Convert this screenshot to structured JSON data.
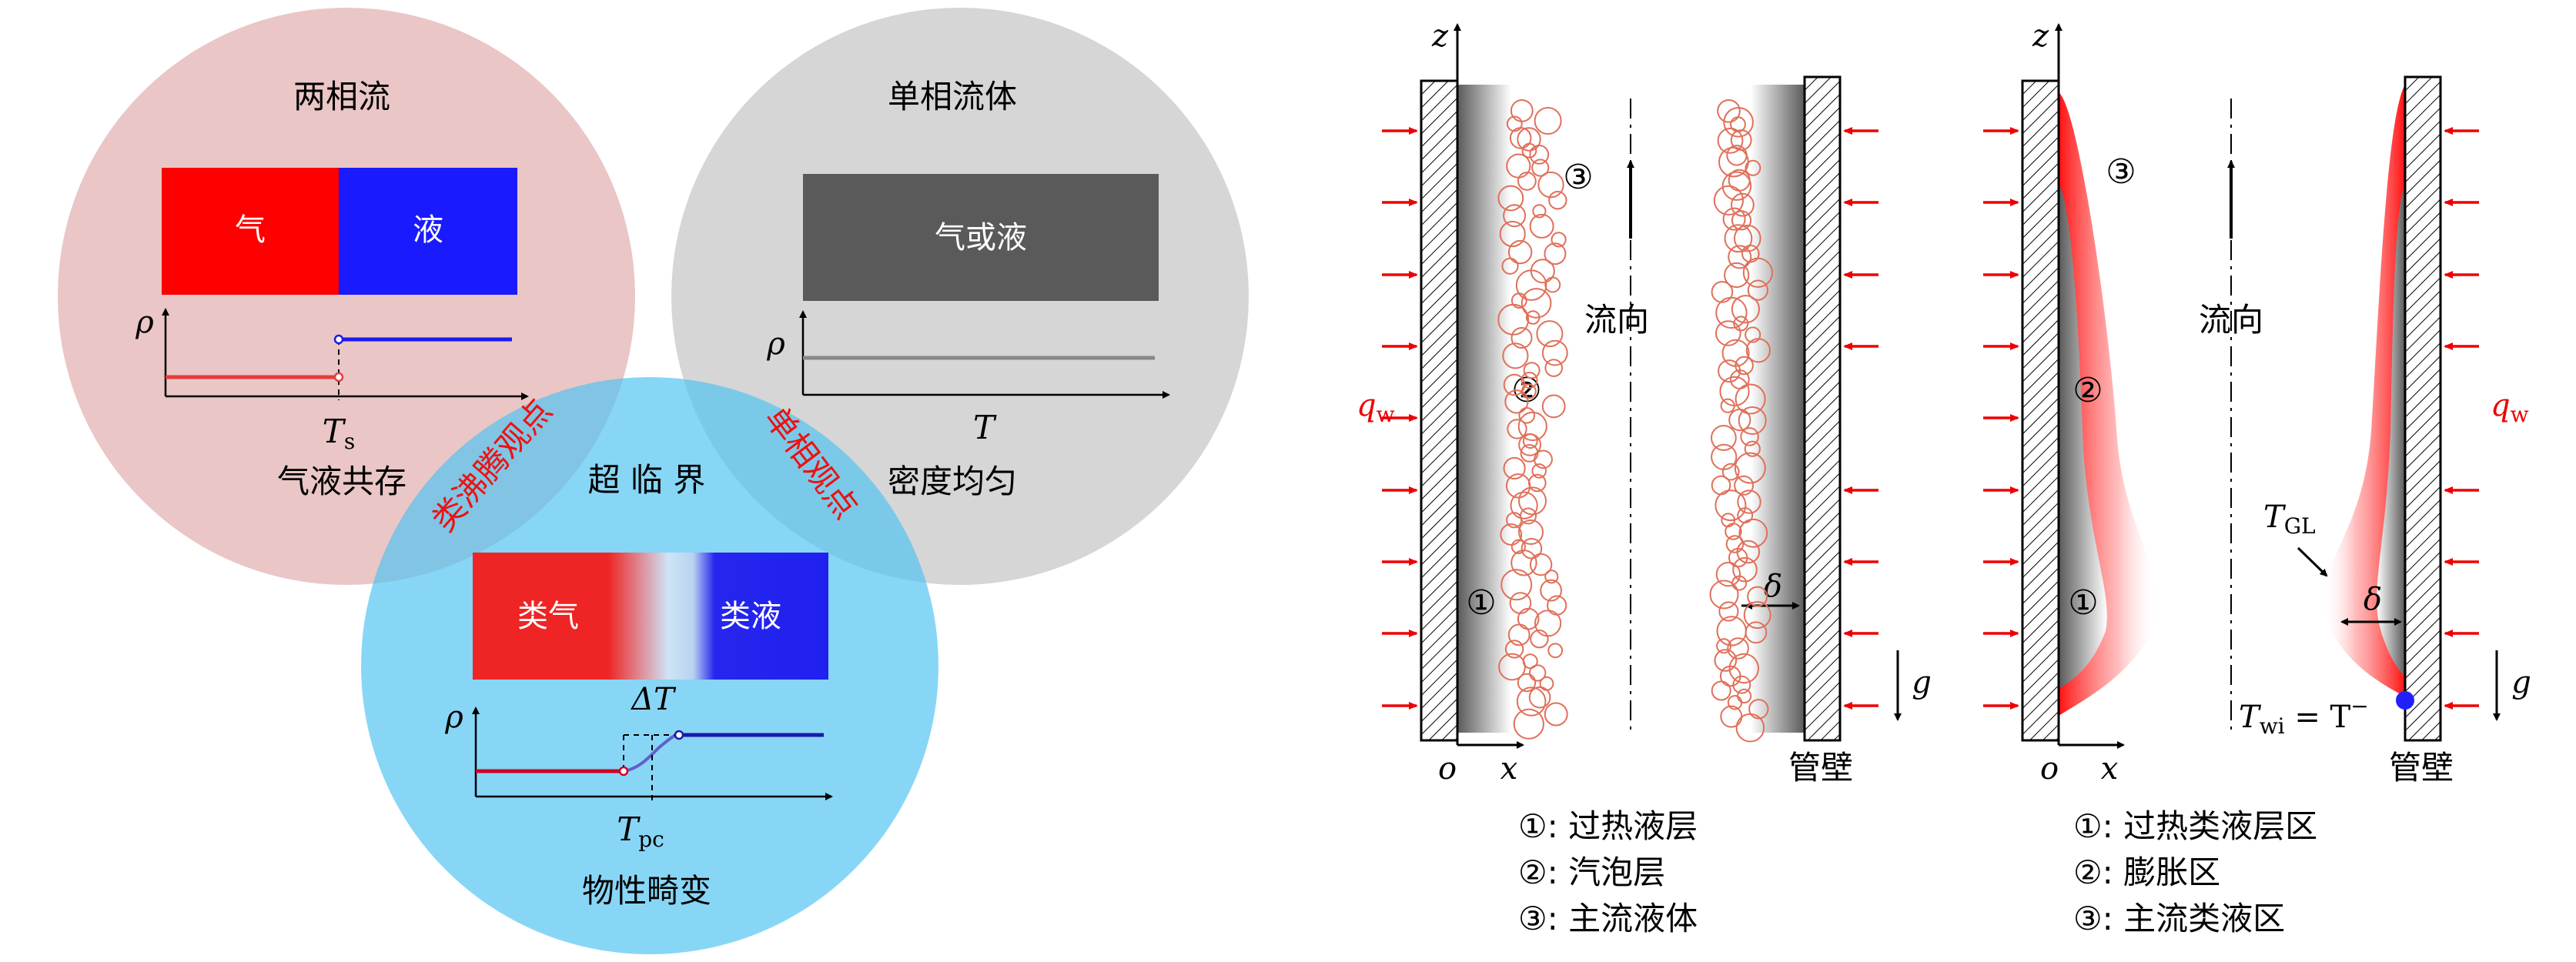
{
  "venn": {
    "two_phase": {
      "title": "两相流",
      "gas": "气",
      "liquid": "液",
      "axis_y": "ρ",
      "tick": "T",
      "tick_sub": "s",
      "caption": "气液共存"
    },
    "single_phase": {
      "title": "单相流体",
      "fluid": "气或液",
      "axis_y": "ρ",
      "axis_x": "T",
      "caption": "密度均匀"
    },
    "supercritical": {
      "title": "超 临 界",
      "gas_like": "类气",
      "liquid_like": "类液",
      "axis_y": "ρ",
      "delta": "ΔT",
      "tick": "T",
      "tick_sub": "pc",
      "caption": "物性畸变"
    },
    "overlap_left": "类沸腾观点",
    "overlap_right": "单相观点",
    "colors": {
      "two_phase_circle": "#e6bcbc",
      "single_phase_circle": "#cfcfcf",
      "supercritical_circle": "#84d4f5",
      "red": "#ff0000",
      "blue": "#1a1aff",
      "dark_gray": "#5a5a5a"
    }
  },
  "subcritical_tube": {
    "axis_z": "z",
    "origin": "o",
    "axis_x": "x",
    "heat_flux": "q",
    "heat_flux_sub": "w",
    "flow_label": "流向",
    "gravity": "g",
    "delta": "δ",
    "wall": "管壁",
    "markers": [
      "①",
      "②",
      "③"
    ],
    "legend": [
      "①: 过热液层",
      "②: 汽泡层",
      "③: 主流液体"
    ]
  },
  "supercritical_tube": {
    "axis_z": "z",
    "origin": "o",
    "axis_x": "x",
    "heat_flux": "q",
    "heat_flux_sub": "w",
    "flow_label": "流向",
    "gravity": "g",
    "delta": "δ",
    "wall": "管壁",
    "tgl": "T",
    "tgl_sub": "GL",
    "twi": "T",
    "twi_sub": "wi",
    "twi_rest": " = T",
    "markers": [
      "①",
      "②",
      "③"
    ],
    "legend": [
      "①: 过热类液层区",
      "②: 膨胀区",
      "③: 主流类液区"
    ]
  }
}
